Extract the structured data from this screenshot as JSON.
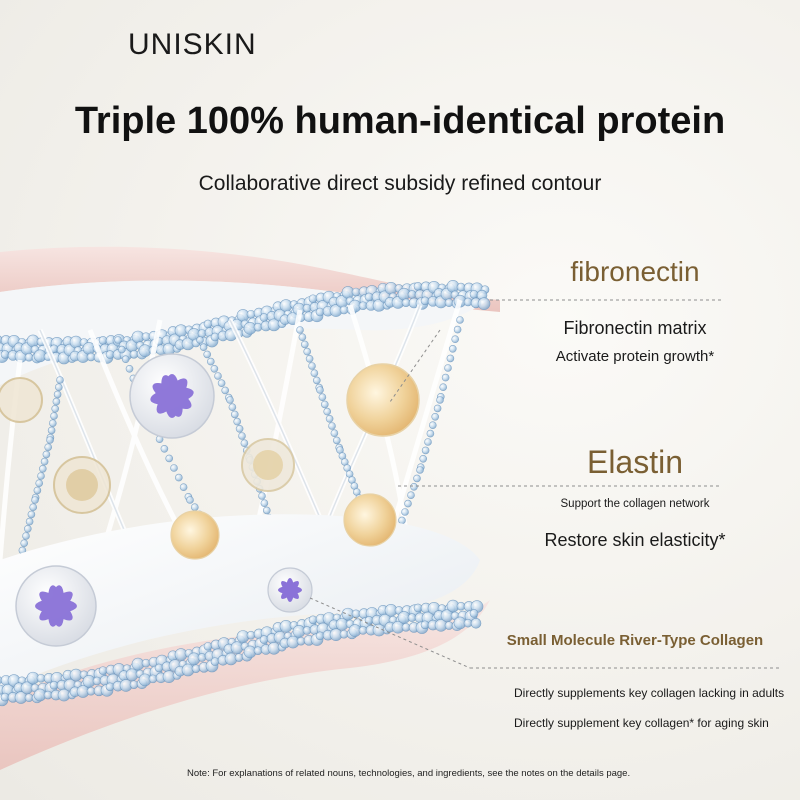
{
  "brand": "UNISKIN",
  "headline": "Triple 100% human-identical protein",
  "subheadline": "Collaborative direct subsidy refined contour",
  "callouts": {
    "fibronectin": {
      "title": "fibronectin",
      "line1": "Fibronectin matrix",
      "line2": "Activate protein growth*"
    },
    "elastin": {
      "title": "Elastin",
      "line1": "Support the collagen network",
      "line2": "Restore skin elasticity*"
    },
    "collagen": {
      "title": "Small Molecule River-Type Collagen",
      "line1": "Directly supplements key collagen lacking in adults",
      "line2": "Directly supplement key collagen* for aging skin"
    }
  },
  "note": "Note: For explanations of related nouns, technologies, and ingredients, see the notes on the details page.",
  "colors": {
    "accent_gold": "#7a5f33",
    "text": "#1a1a1a",
    "skin_pink": "#ecc7c2",
    "bubble_blue": "#8fb6d8",
    "protein_purple": "#8a72d8",
    "elastin_gold": "#e6c07a"
  },
  "illustration": "skin-layer-protein-illustration"
}
